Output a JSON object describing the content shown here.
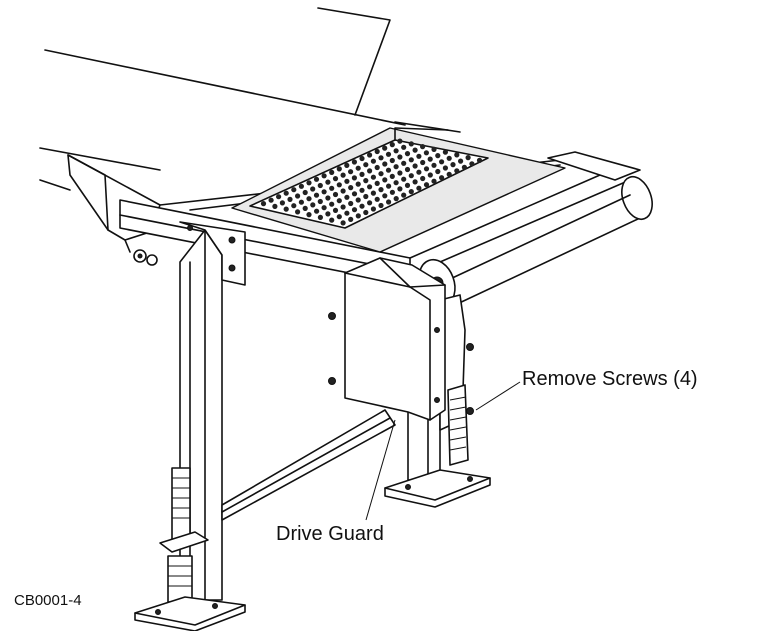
{
  "figure_code": "CB0001-4",
  "callouts": {
    "remove_screws": "Remove Screws (4)",
    "drive_guard": "Drive Guard"
  }
}
